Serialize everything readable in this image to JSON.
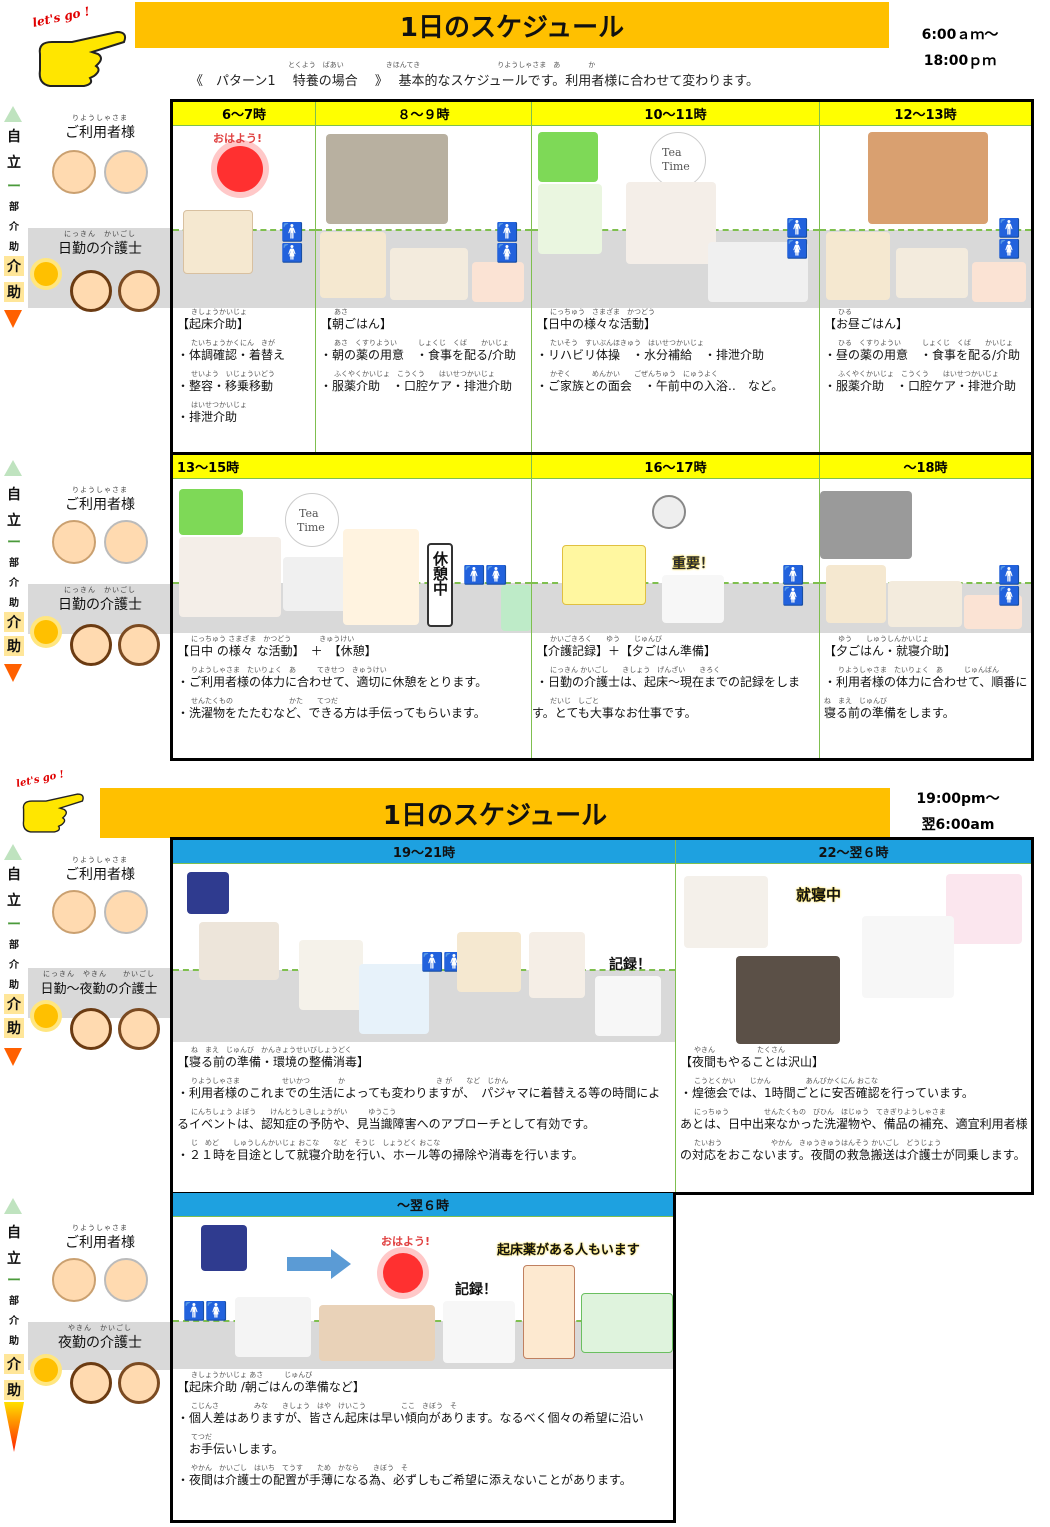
{
  "schedules": {
    "top": {
      "lets_go": "let's go !",
      "title": "1日のスケジュール",
      "time_range_line1": "6:00ａｍ～",
      "time_range_line2": "18:00ｐｍ",
      "subtitle": "《　パターン1　 特養の場合　 》　 基本的なスケジュールです。利用者様に合わせて変わります。",
      "subtitle_ruby": "とくよう　ばあい　　　　　　きほんてき　　　　　　　　　　　りようしゃさま　あ　　　　か"
    },
    "bottom": {
      "lets_go": "let's go !",
      "title": "1日のスケジュール",
      "time_range_line1": "19:00pm～",
      "time_range_line2": "翌6:00am"
    }
  },
  "side_labels": {
    "jiritsu1": "自",
    "jiritsu2": "立",
    "dash": "ー",
    "bu": "部",
    "kai": "介",
    "jo": "助",
    "kaijo1": "介",
    "kaijo2": "助",
    "user": "ご利用者様",
    "user_ruby": "りようしゃさま",
    "staff_day": "日勤の介護士",
    "staff_day_ruby": "にっきん　かいごし",
    "staff_daynight": "日勤～夜勤の介護士",
    "staff_daynight_ruby": "にっきん　やきん　　かいごし",
    "staff_night": "夜勤の介護士",
    "staff_night_ruby": "やきん　かいごし"
  },
  "row1": [
    {
      "time": "6～7時",
      "title_ruby": "きしょうかいじょ",
      "title": "【起床介助】",
      "lines": [
        {
          "ruby": "たいちょうかくにん　きが",
          "text": "・体調確認・着替え"
        },
        {
          "ruby": "せいよう　いじょういどう",
          "text": "・整容・移乗移動"
        },
        {
          "ruby": "はいせつかいじょ",
          "text": "・排泄介助"
        }
      ]
    },
    {
      "time": "８～９時",
      "title_ruby": "あさ",
      "title": "【朝ごはん】",
      "lines": [
        {
          "ruby": "あさ　くすりようい　　　しょくじ　くば　　かいじょ",
          "text": "・朝の薬の用意　・食事を配る/介助"
        },
        {
          "ruby": "ふくやくかいじょ　こうくう　　はいせつかいじょ",
          "text": "・服薬介助　・口腔ケア・排泄介助"
        }
      ]
    },
    {
      "time": "10～11時",
      "title_ruby": "にっちゅう　さまざま　かつどう",
      "title": "【日中の様々な活動】",
      "lines": [
        {
          "ruby": "たいそう　すいぶんほきゅう　はいせつかいじょ",
          "text": "・リハビリ体操　・水分補給　・排泄介助"
        },
        {
          "ruby": "かぞく　　　めんかい　　ごぜんちゅう　にゅうよく",
          "text": "・ご家族との面会　・午前中の入浴‥　など。"
        }
      ]
    },
    {
      "time": "12～13時",
      "title_ruby": "ひる",
      "title": "【お昼ごはん】",
      "lines": [
        {
          "ruby": "ひる　くすりようい　　　しょくじ　くば　　かいじょ",
          "text": "・昼の薬の用意　・食事を配る/介助"
        },
        {
          "ruby": "ふくやくかいじょ　こうくう　　はいせつかいじょ",
          "text": "・服薬介助　・口腔ケア・排泄介助"
        }
      ]
    }
  ],
  "row2": [
    {
      "time": "13～15時",
      "title_ruby": "にっちゅう さまざま　かつどう　　　　きゅうけい",
      "title": "【日中 の様々 な活動】　＋　【休憩】",
      "lines": [
        {
          "ruby": "りようしゃさま　たいりょく　あ　　　てきせつ　きゅうけい",
          "text": "・ご利用者様の体力に合わせて、適切に休憩をとります。"
        },
        {
          "ruby": "せんたくもの　　　　　　　　かた　　てつだ",
          "text": "・洗濯物をたたむなど、できる方は手伝ってもらいます。"
        }
      ]
    },
    {
      "time": "16～17時",
      "title_ruby": "かいごきろく　　ゆう　　じゅんび",
      "title": "【介護記録】＋【夕ごはん準備】",
      "lines": [
        {
          "ruby": "にっきん かいごし　　きしょう　げんざい　　きろく",
          "text": "・日勤の介護士は、起床～現在までの記録をしま"
        },
        {
          "ruby": "だいじ　しごと",
          "text": "す。とても大事なお仕事です。"
        }
      ]
    },
    {
      "time": "～18時",
      "title_ruby": "ゆう　　しゅうしんかいじょ",
      "title": "【夕ごはん・就寝介助】",
      "lines": [
        {
          "ruby": "りようしゃさま　たいりょく　あ　　　じゅんばん",
          "text": "・利用者様の体力に合わせて、順番に"
        },
        {
          "ruby": "ね　まえ　じゅんび",
          "text": "寝る前の準備をします。"
        }
      ]
    }
  ],
  "row3": [
    {
      "time": "19～21時",
      "title_ruby": "ね　まえ　じゅんび　かんきょうせいびしょうどく",
      "title": "【寝る前の準備・環境の整備消毒】",
      "lines": [
        {
          "ruby": "りようしゃさま　　　　　　せいかつ　　　　か　　　　　　　　　　　　　き が　　など　じかん",
          "text": "・利用者様のこれまでの生活によっても変わりますが、　パジャマに着替える等の時間によ"
        },
        {
          "ruby": "にんちしょう よぼう　　けんとうしきしょうがい　　　ゆうこう",
          "text": "るイベントは、認知症の予防や、見当識障害へのアプローチとして有効です。"
        },
        {
          "ruby": "じ　めど　　しゅうしんかいじょ おこな　　など　そうじ　しょうどく おこな",
          "text": "・２１時を目途として就寝介助を行い、ホール等の掃除や消毒を行います。"
        }
      ]
    },
    {
      "time": "22～翌６時",
      "title_ruby": "やきん　　　　　　たくさん",
      "title": "【夜間もやることは沢山】",
      "lines": [
        {
          "ruby": "こうとくかい　　じかん　　　　　あんぴかくにん おこな",
          "text": "・煌徳会では、1時間ごとに安否確認を行っています。"
        },
        {
          "ruby": "にっちゅう　　　　　せんたくもの　びひん　ほじゅう　てきぎりようしゃさま",
          "text": "あとは、日中出来なかった洗濯物や、備品の補充、適宜利用者様"
        },
        {
          "ruby": "たいおう　　　　　　　やかん　きゅうきゅうはんそう かいごし　どうじょう",
          "text": "の対応をおこないます。夜間の救急搬送は介護士が同乗します。"
        }
      ]
    }
  ],
  "row4": [
    {
      "time": "～翌６時",
      "title_ruby": "きしょうかいじょ あさ　　　じゅんび",
      "title": "【起床介助 /朝ごはんの準備など】",
      "lines": [
        {
          "ruby": "こじんさ　　　　　みな　　きしょう　はや　けいこう　　　　　ここ　きぼう　そ",
          "text": "・個人差はありますが、皆さん起床は早い傾向があります。なるべく個々の希望に沿い"
        },
        {
          "ruby": "てつだ",
          "text": "　お手伝いします。"
        },
        {
          "ruby": "やかん　かいごし　はいち　てうす　　ため　かなら　　きぼう　そ",
          "text": "・夜間は介護士の配置が手薄になる為、必ずしもご希望に添えないことがあります。"
        }
      ]
    }
  ],
  "stamps": {
    "ohayo": "おはよう!",
    "tea": "Tea",
    "time": "Time",
    "kyukei": "休憩中",
    "juyo": "重要！",
    "kiroku": "記録！",
    "shushin": "就寝中",
    "kishouyaku": "起床薬がある人もいます"
  },
  "colors": {
    "banner": "#FFC000",
    "yellow_header": "#FFFF00",
    "blue_header": "#1EA1E0",
    "gray_band": "#D9D9D9",
    "grid": "#7fbf4f"
  }
}
